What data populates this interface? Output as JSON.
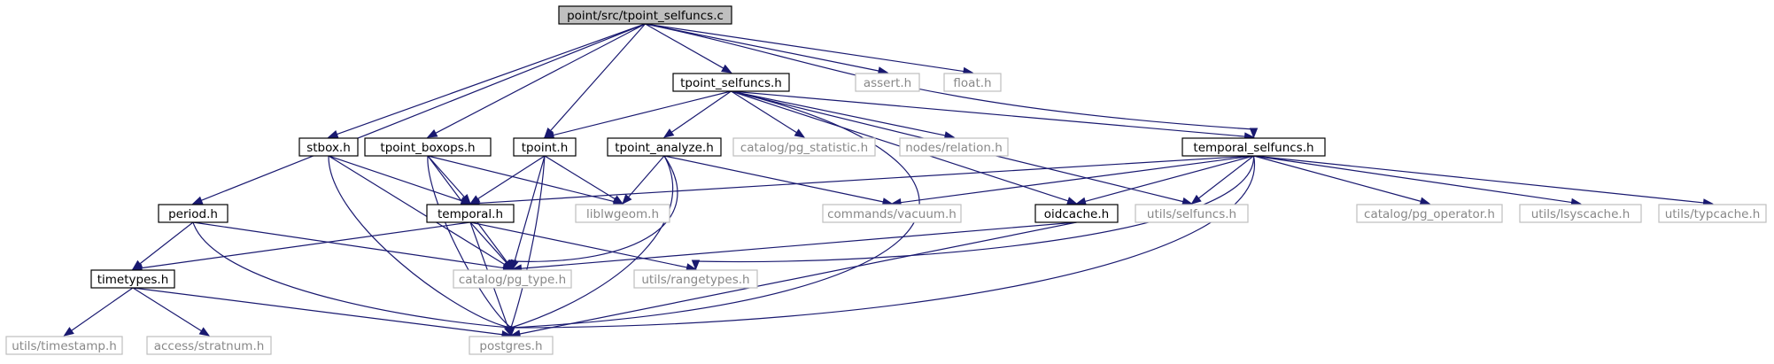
{
  "graph": {
    "title": "point/src/tpoint_selfuncs.c",
    "nodes": [
      {
        "id": "root",
        "label": "point/src/tpoint_selfuncs.c",
        "kind": "root"
      },
      {
        "id": "tpoint_selfuncs_h",
        "label": "tpoint_selfuncs.h",
        "kind": "doc"
      },
      {
        "id": "assert_h",
        "label": "assert.h",
        "kind": "ext"
      },
      {
        "id": "float_h",
        "label": "float.h",
        "kind": "ext"
      },
      {
        "id": "stbox_h",
        "label": "stbox.h",
        "kind": "doc"
      },
      {
        "id": "tpoint_boxops_h",
        "label": "tpoint_boxops.h",
        "kind": "doc"
      },
      {
        "id": "tpoint_h",
        "label": "tpoint.h",
        "kind": "doc"
      },
      {
        "id": "tpoint_analyze_h",
        "label": "tpoint_analyze.h",
        "kind": "doc"
      },
      {
        "id": "pg_statistic_h",
        "label": "catalog/pg_statistic.h",
        "kind": "ext"
      },
      {
        "id": "nodes_relation_h",
        "label": "nodes/relation.h",
        "kind": "ext"
      },
      {
        "id": "temporal_selfuncs_h",
        "label": "temporal_selfuncs.h",
        "kind": "doc"
      },
      {
        "id": "period_h",
        "label": "period.h",
        "kind": "doc"
      },
      {
        "id": "temporal_h",
        "label": "temporal.h",
        "kind": "doc"
      },
      {
        "id": "liblwgeom_h",
        "label": "liblwgeom.h",
        "kind": "ext"
      },
      {
        "id": "commands_vacuum_h",
        "label": "commands/vacuum.h",
        "kind": "ext"
      },
      {
        "id": "oidcache_h",
        "label": "oidcache.h",
        "kind": "doc"
      },
      {
        "id": "utils_selfuncs_h",
        "label": "utils/selfuncs.h",
        "kind": "ext"
      },
      {
        "id": "pg_operator_h",
        "label": "catalog/pg_operator.h",
        "kind": "ext"
      },
      {
        "id": "lsyscache_h",
        "label": "utils/lsyscache.h",
        "kind": "ext"
      },
      {
        "id": "typcache_h",
        "label": "utils/typcache.h",
        "kind": "ext"
      },
      {
        "id": "timetypes_h",
        "label": "timetypes.h",
        "kind": "doc"
      },
      {
        "id": "pg_type_h",
        "label": "catalog/pg_type.h",
        "kind": "ext"
      },
      {
        "id": "rangetypes_h",
        "label": "utils/rangetypes.h",
        "kind": "ext"
      },
      {
        "id": "timestamp_h",
        "label": "utils/timestamp.h",
        "kind": "ext"
      },
      {
        "id": "stratnum_h",
        "label": "access/stratnum.h",
        "kind": "ext"
      },
      {
        "id": "postgres_h",
        "label": "postgres.h",
        "kind": "ext"
      }
    ],
    "edges": [
      [
        "root",
        "tpoint_selfuncs_h"
      ],
      [
        "root",
        "assert_h"
      ],
      [
        "root",
        "float_h"
      ],
      [
        "root",
        "stbox_h"
      ],
      [
        "root",
        "tpoint_boxops_h"
      ],
      [
        "root",
        "tpoint_h"
      ],
      [
        "root",
        "period_h"
      ],
      [
        "root",
        "temporal_selfuncs_h"
      ],
      [
        "tpoint_selfuncs_h",
        "tpoint_h"
      ],
      [
        "tpoint_selfuncs_h",
        "tpoint_analyze_h"
      ],
      [
        "tpoint_selfuncs_h",
        "pg_statistic_h"
      ],
      [
        "tpoint_selfuncs_h",
        "nodes_relation_h"
      ],
      [
        "tpoint_selfuncs_h",
        "temporal_selfuncs_h"
      ],
      [
        "tpoint_selfuncs_h",
        "oidcache_h"
      ],
      [
        "tpoint_selfuncs_h",
        "utils_selfuncs_h"
      ],
      [
        "tpoint_selfuncs_h",
        "postgres_h"
      ],
      [
        "stbox_h",
        "temporal_h"
      ],
      [
        "stbox_h",
        "pg_type_h"
      ],
      [
        "stbox_h",
        "postgres_h"
      ],
      [
        "tpoint_boxops_h",
        "temporal_h"
      ],
      [
        "tpoint_boxops_h",
        "liblwgeom_h"
      ],
      [
        "tpoint_boxops_h",
        "pg_type_h"
      ],
      [
        "tpoint_boxops_h",
        "postgres_h"
      ],
      [
        "tpoint_h",
        "temporal_h"
      ],
      [
        "tpoint_h",
        "liblwgeom_h"
      ],
      [
        "tpoint_h",
        "pg_type_h"
      ],
      [
        "tpoint_h",
        "postgres_h"
      ],
      [
        "tpoint_analyze_h",
        "liblwgeom_h"
      ],
      [
        "tpoint_analyze_h",
        "commands_vacuum_h"
      ],
      [
        "tpoint_analyze_h",
        "pg_type_h"
      ],
      [
        "tpoint_analyze_h",
        "postgres_h"
      ],
      [
        "temporal_selfuncs_h",
        "temporal_h"
      ],
      [
        "temporal_selfuncs_h",
        "commands_vacuum_h"
      ],
      [
        "temporal_selfuncs_h",
        "oidcache_h"
      ],
      [
        "temporal_selfuncs_h",
        "utils_selfuncs_h"
      ],
      [
        "temporal_selfuncs_h",
        "pg_operator_h"
      ],
      [
        "temporal_selfuncs_h",
        "lsyscache_h"
      ],
      [
        "temporal_selfuncs_h",
        "typcache_h"
      ],
      [
        "temporal_selfuncs_h",
        "rangetypes_h"
      ],
      [
        "temporal_selfuncs_h",
        "postgres_h"
      ],
      [
        "period_h",
        "timetypes_h"
      ],
      [
        "period_h",
        "pg_type_h"
      ],
      [
        "period_h",
        "postgres_h"
      ],
      [
        "temporal_h",
        "timetypes_h"
      ],
      [
        "temporal_h",
        "pg_type_h"
      ],
      [
        "temporal_h",
        "rangetypes_h"
      ],
      [
        "temporal_h",
        "postgres_h"
      ],
      [
        "oidcache_h",
        "pg_type_h"
      ],
      [
        "oidcache_h",
        "postgres_h"
      ],
      [
        "timetypes_h",
        "timestamp_h"
      ],
      [
        "timetypes_h",
        "stratnum_h"
      ],
      [
        "timetypes_h",
        "postgres_h"
      ]
    ]
  }
}
